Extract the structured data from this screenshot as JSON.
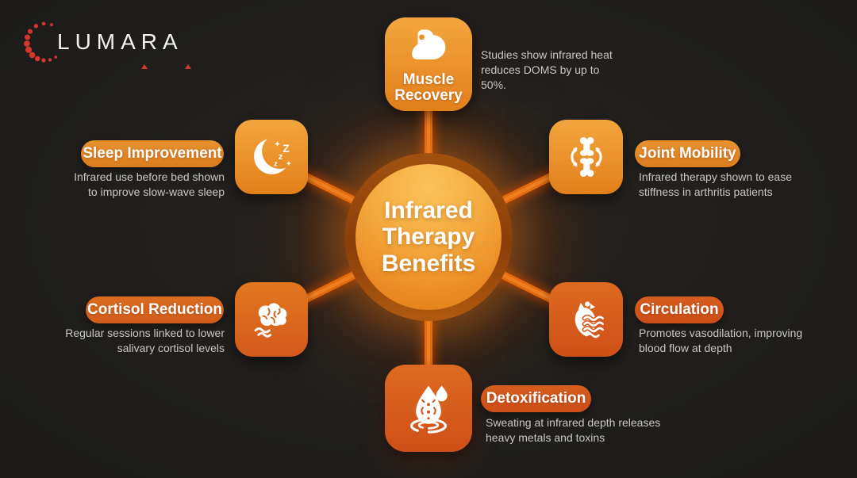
{
  "brand": {
    "name": "LUMARA",
    "logo_icon": "dotted-crescent-icon",
    "logo_color": "#d6362e"
  },
  "center": {
    "title": "Infrared Therapy Benefits"
  },
  "benefits": [
    {
      "id": "muscle-recovery",
      "label": "Muscle Recovery",
      "icon": "bicep-icon",
      "description": "Studies show infrared heat reduces DOMS by up to 50%."
    },
    {
      "id": "joint-mobility",
      "label": "Joint Mobility",
      "icon": "joint-icon",
      "description": "Infrared therapy shown to ease stiffness in arthritis patients"
    },
    {
      "id": "circulation",
      "label": "Circulation",
      "icon": "heart-icon",
      "description": "Promotes vasodilation, improving blood flow at depth"
    },
    {
      "id": "detoxification",
      "label": "Detoxification",
      "icon": "droplet-icon",
      "description": "Sweating at infrared depth releases heavy metals and toxins"
    },
    {
      "id": "cortisol-reduction",
      "label": "Cortisol Reduction",
      "icon": "brain-icon",
      "description": "Regular sessions linked to lower salivary cortisol levels"
    },
    {
      "id": "sleep-improvement",
      "label": "Sleep Improvement",
      "icon": "moon-zzz-icon",
      "description": "Infrared use before bed shown to improve slow-wave sleep"
    }
  ],
  "colors": {
    "background": "#1d1c1a",
    "card_bright": "#f0a338",
    "card_deep": "#cf4f18",
    "spoke_glow": "#ee7c1e",
    "hub_top": "#fac35a",
    "hub_bottom": "#e07a15",
    "text": "#ffffff",
    "text_muted": "#c9c7c3",
    "logo_red": "#d6362e"
  }
}
